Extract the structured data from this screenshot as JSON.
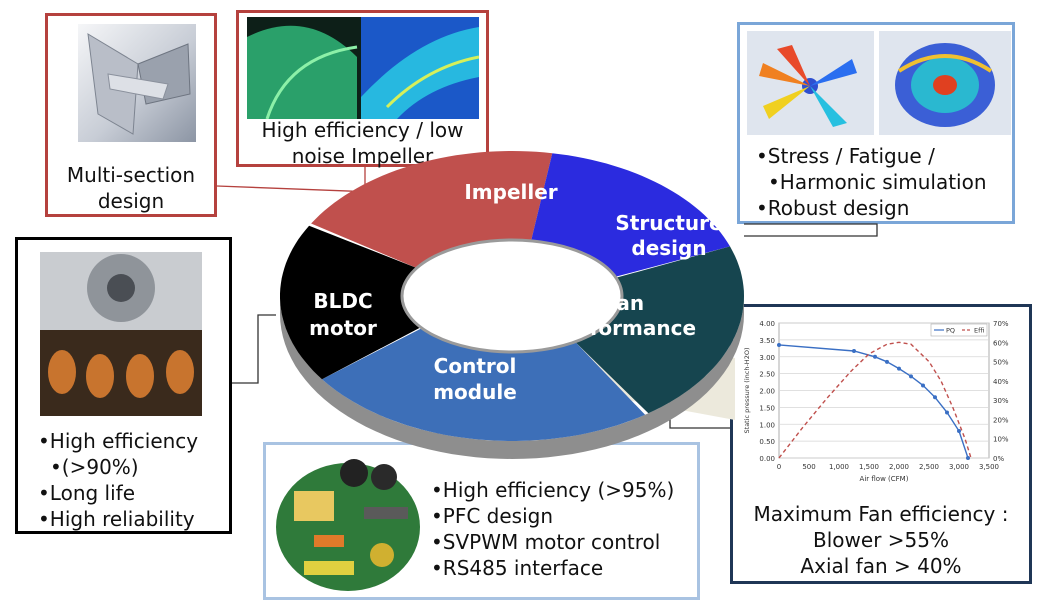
{
  "ring": {
    "segments": [
      {
        "id": "impeller",
        "label": "Impeller",
        "color": "#c0504d"
      },
      {
        "id": "structure",
        "label1": "Structure",
        "label2": "design",
        "color": "#2b2bdf"
      },
      {
        "id": "fan",
        "label1": "Fan",
        "label2": "performance",
        "color": "#16454f"
      },
      {
        "id": "control",
        "label1": "Control",
        "label2": "module",
        "color": "#3d6fb8"
      },
      {
        "id": "bldc",
        "label1": "BLDC",
        "label2": "motor",
        "color": "#000000"
      }
    ]
  },
  "multi_section": {
    "line1": "Multi-section",
    "line2": "design"
  },
  "impeller_box": {
    "line1": "High efficiency / low",
    "line2": "noise  Impeller"
  },
  "structure_box": {
    "bullets": [
      "Stress / Fatigue /",
      "Harmonic  simulation",
      "Robust design"
    ]
  },
  "bldc_box": {
    "bullets": [
      "High efficiency",
      "(>90%)",
      "Long life",
      "High reliability"
    ]
  },
  "control_box": {
    "bullets": [
      "High efficiency (>95%)",
      "PFC design",
      "SVPWM motor control",
      "RS485 interface"
    ]
  },
  "fan_box": {
    "line1": "Maximum Fan efficiency :",
    "line2": "Blower >55%",
    "line3": "Axial fan > 40%"
  },
  "chart_data": {
    "type": "line",
    "xlabel": "Air flow (CFM)",
    "ylabel": "Static pressure  (inch-H2O)",
    "xlim": [
      0,
      3500
    ],
    "ylim": [
      0,
      4
    ],
    "y2lim": [
      0,
      70
    ],
    "xticks": [
      "0",
      "500",
      "1,000",
      "1,500",
      "2,000",
      "2,500",
      "3,000",
      "3,500"
    ],
    "yticks": [
      "0.00",
      "0.50",
      "1.00",
      "1.50",
      "2.00",
      "2.50",
      "3.00",
      "3.50",
      "4.00"
    ],
    "y2ticks": [
      "0%",
      "10%",
      "20%",
      "30%",
      "40%",
      "50%",
      "60%",
      "70%"
    ],
    "legend_position": "top-right",
    "series": [
      {
        "name": "PQ",
        "axis": "left",
        "color": "#3a6fc4",
        "style": "solid-markers",
        "x": [
          0,
          1250,
          1600,
          1800,
          2000,
          2200,
          2400,
          2600,
          2800,
          3000,
          3150
        ],
        "y": [
          3.35,
          3.17,
          3.0,
          2.85,
          2.65,
          2.42,
          2.15,
          1.8,
          1.35,
          0.8,
          0.0
        ]
      },
      {
        "name": "Effi",
        "axis": "right",
        "color": "#c0504d",
        "style": "dashed",
        "x": [
          0,
          400,
          800,
          1200,
          1500,
          1800,
          2000,
          2200,
          2500,
          2700,
          2900,
          3100,
          3200
        ],
        "y": [
          0,
          16,
          31,
          45,
          54,
          59,
          60,
          59,
          50,
          40,
          26,
          10,
          0
        ]
      }
    ]
  }
}
